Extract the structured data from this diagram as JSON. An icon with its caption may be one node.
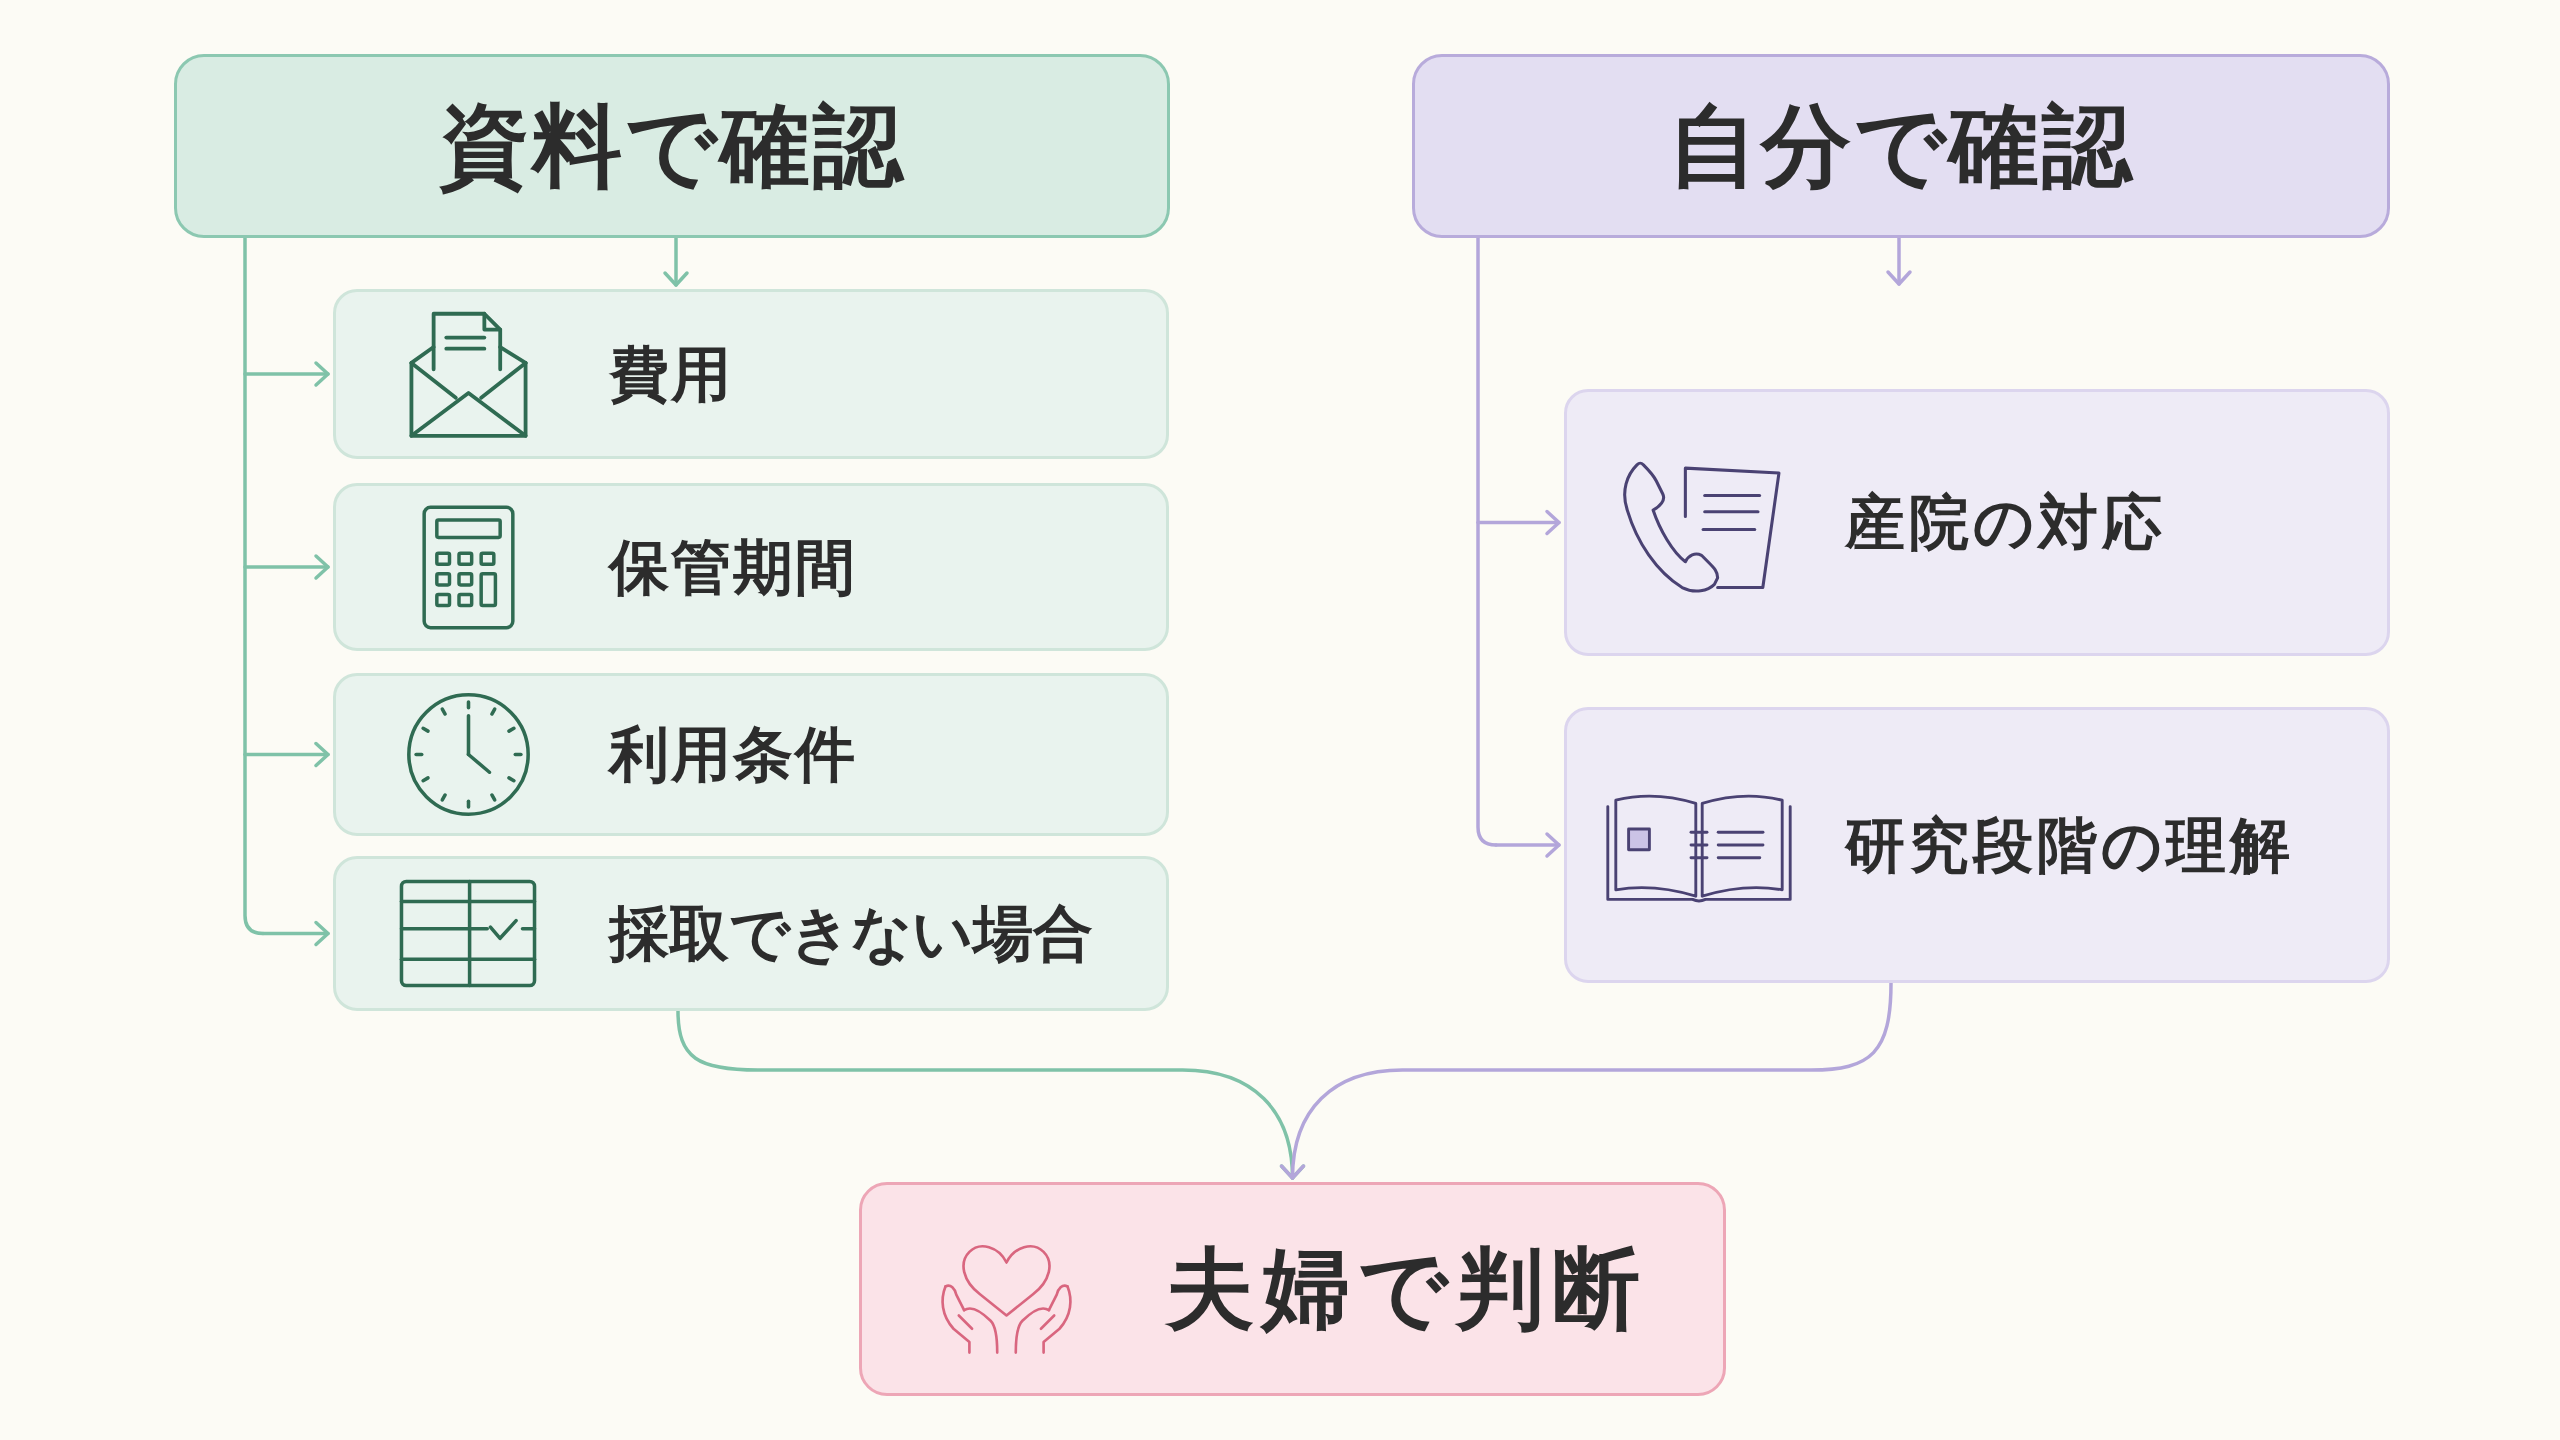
{
  "diagram": {
    "nodes": [
      {
        "text": [
          "資料で確認"
        ]
      },
      {
        "text": [
          "費用"
        ]
      },
      {
        "text": [
          "保管期間"
        ]
      },
      {
        "text": [
          "利用条件"
        ]
      },
      {
        "text": [
          "採取できない場合"
        ]
      },
      {
        "text": [
          "自分で確認"
        ]
      },
      {
        "text": [
          "産院の対応"
        ]
      },
      {
        "text": [
          "研究段階の理解"
        ]
      },
      {
        "text": [
          "夫婦で判断"
        ]
      }
    ],
    "edges": [
      {
        "from": 0,
        "to": 1,
        "arrow": "to"
      },
      {
        "from": 0,
        "to": 1,
        "arrow": "to"
      },
      {
        "from": 0,
        "to": 2,
        "arrow": "to"
      },
      {
        "from": 0,
        "to": 3,
        "arrow": "to"
      },
      {
        "from": 0,
        "to": 4,
        "arrow": "to"
      },
      {
        "from": 5,
        "to": 6,
        "arrow": "to",
        "color": "#b3a6da"
      },
      {
        "from": 5,
        "to": 7,
        "arrow": "to",
        "color": "#b3a6da"
      },
      {
        "from": 5,
        "to": null,
        "arrow": "to",
        "color": "#b3a6da"
      },
      {
        "from": 4,
        "to": 8,
        "arrow": "to"
      },
      {
        "from": 7,
        "to": 8,
        "arrow": "to",
        "color": "#b3a6da"
      }
    ]
  }
}
